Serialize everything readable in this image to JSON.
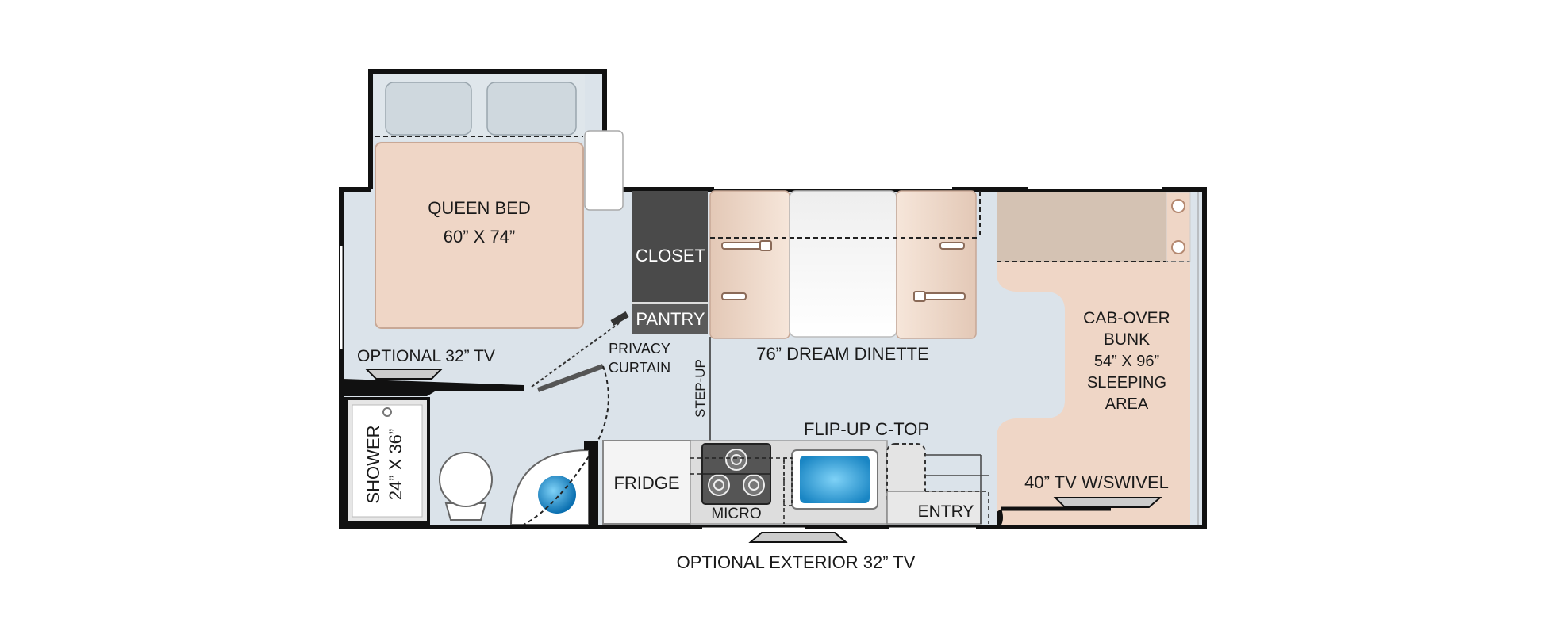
{
  "labels": {
    "queen_bed_title": "QUEEN BED",
    "queen_bed_size": "60” X 74”",
    "closet": "CLOSET",
    "pantry": "PANTRY",
    "dinette": "76” DREAM DINETTE",
    "cab_over_1": "CAB-OVER",
    "cab_over_2": "BUNK",
    "cab_over_size": "54” X 96”",
    "cab_over_3": "SLEEPING",
    "cab_over_4": "AREA",
    "optional_tv": "OPTIONAL 32” TV",
    "privacy_1": "PRIVACY",
    "privacy_2": "CURTAIN",
    "step_up": "STEP-UP",
    "flip_up": "FLIP-UP C-TOP",
    "shower_1": "SHOWER",
    "shower_2": "24” X 36”",
    "fridge": "FRIDGE",
    "micro": "MICRO",
    "entry": "ENTRY",
    "tv_swivel": "40” TV W/SWIVEL",
    "exterior_tv": "OPTIONAL EXTERIOR 32” TV"
  },
  "colors": {
    "floor": "#dbe3ea",
    "bed": "#efd6c6",
    "pillow": "#cfd8de",
    "wall": "#111111",
    "closet": "#4a4a4a",
    "pantry": "#5a5a5a",
    "sink": "#3aa0d8"
  }
}
